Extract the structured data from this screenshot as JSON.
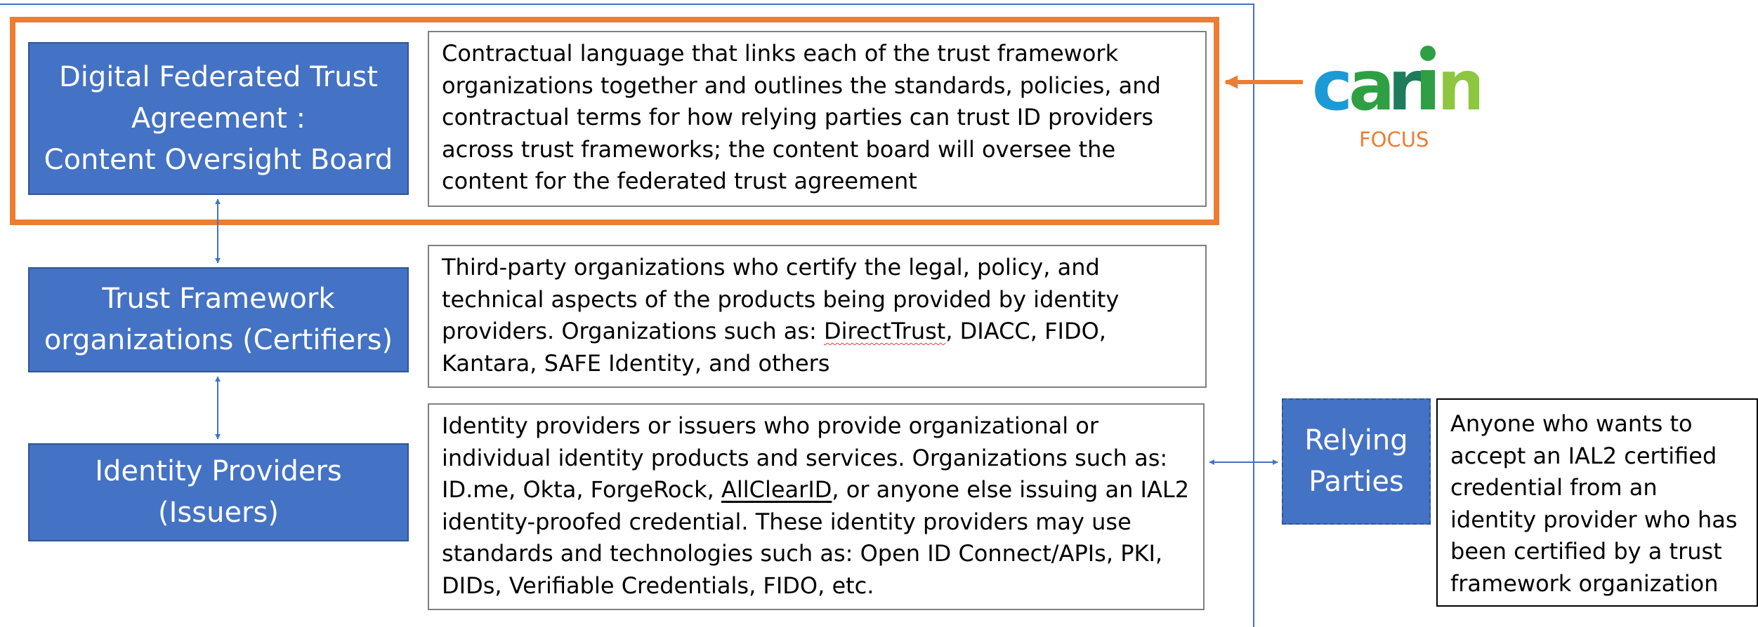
{
  "colors": {
    "box_blue": "#4472c4",
    "box_blue_border": "#2f5597",
    "focus_orange": "#ed7d31",
    "logo_blue": "#1b9ad6",
    "logo_green": "#2ea043",
    "logo_dark_green": "#1e7b5c",
    "logo_lime": "#8dc63f"
  },
  "boxes": {
    "dfta": "Digital Federated Trust\nAgreement :\nContent Oversight Board",
    "tfo": "Trust Framework\norganizations (Certifiers)",
    "idp": "Identity Providers\n(Issuers)",
    "rp": "Relying\nParties"
  },
  "descriptions": {
    "dfta": "Contractual language that links each of the trust framework organizations together and outlines the standards, policies, and contractual terms for how relying parties can trust ID providers across trust frameworks; the content board will oversee the content for the federated trust agreement",
    "tfo": {
      "part1": "Third-party organizations who certify the legal, policy, and technical aspects of the products being provided by identity providers. Organizations such as: ",
      "directtrust": "DirectTrust",
      "part2": ", DIACC, FIDO, Kantara, SAFE Identity, and others"
    },
    "idp": {
      "part1": "Identity providers or issuers who provide organizational or individual identity products and services. Organizations such as: ID.me, Okta, ForgeRock, ",
      "allclearid": "AllClearID",
      "part2": ", or anyone else issuing an IAL2 identity-proofed credential. These identity providers may use standards and technologies such as: Open ID Connect/APIs, PKI, DIDs, Verifiable Credentials, FIDO, etc."
    },
    "rp": "Anyone who wants to accept an IAL2 certified credential from an identity provider who has been certified by a trust framework organization"
  },
  "logo": {
    "text": "carin",
    "icon": "carin-logo-icon"
  },
  "focus_label": "FOCUS"
}
